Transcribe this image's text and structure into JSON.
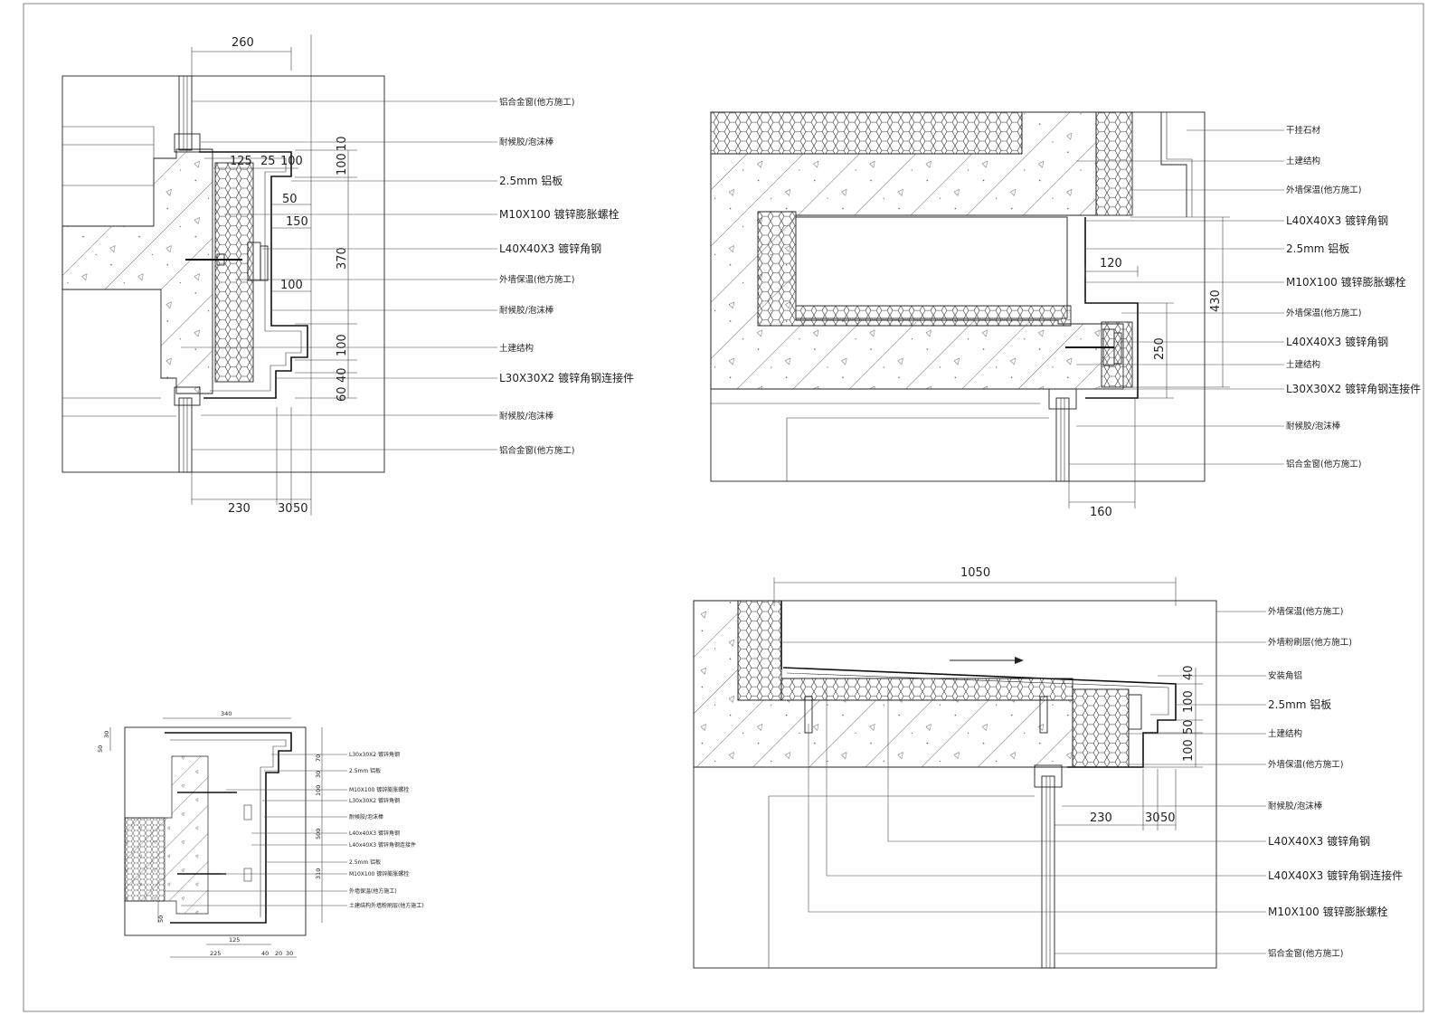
{
  "detail_a": {
    "dims": {
      "top": "260",
      "d125": "125",
      "d25": "25",
      "d100a": "100",
      "d50": "50",
      "d150": "150",
      "d100b": "100",
      "v100a": "100",
      "v10": "10",
      "v370": "370",
      "v100b": "100",
      "v40": "40",
      "v60": "60",
      "b230": "230",
      "b30": "30",
      "b50": "50"
    },
    "labels": [
      "铝合金窗(他方施工)",
      "耐候胶/泡沫棒",
      "2.5mm 铝板",
      "M10X100 镀锌膨胀螺栓",
      "L40X40X3 镀锌角钢",
      "外墙保温(他方施工)",
      "耐候胶/泡沫棒",
      "土建结构",
      "L30X30X2 镀锌角钢连接件",
      "耐候胶/泡沫棒",
      "铝合金窗(他方施工)"
    ]
  },
  "detail_b": {
    "dims": {
      "d120": "120",
      "v430": "430",
      "v250": "250",
      "b160": "160"
    },
    "labels": [
      "干挂石材",
      "土建结构",
      "外墙保温(他方施工)",
      "L40X40X3 镀锌角钢",
      "2.5mm 铝板",
      "M10X100 镀锌膨胀螺栓",
      "外墙保温(他方施工)",
      "L40X40X3 镀锌角钢",
      "土建结构",
      "L30X30X2 镀锌角钢连接件",
      "耐候胶/泡沫棒",
      "铝合金窗(他方施工)"
    ]
  },
  "detail_c": {
    "dims": {
      "top": "340",
      "l30": "30",
      "l50": "50",
      "r70": "70",
      "r30": "30",
      "r100": "100",
      "r500": "500",
      "r310": "310",
      "b125": "125",
      "b225": "225",
      "b40": "40",
      "b20": "20",
      "b30": "30",
      "l50b": "50"
    },
    "labels": [
      "L30x30X2 镀锌角钢",
      "2.5mm 铝板",
      "M10X100 镀锌膨胀螺栓",
      "L30x30X2 镀锌角钢",
      "耐候胶/泡沫棒",
      "L40x40X3 镀锌角钢",
      "L40x40X3 镀锌角钢连接件",
      "2.5mm 铝板",
      "M10X100 镀锌膨胀螺栓",
      "外墙保温(他方施工)",
      "土建结构外墙粉刷层(他方施工)"
    ]
  },
  "detail_d": {
    "dims": {
      "top": "1050",
      "v40": "40",
      "v100a": "100",
      "v50": "50",
      "v100b": "100",
      "b230": "230",
      "b30": "30",
      "b50": "50"
    },
    "labels": [
      "外墙保温(他方施工)",
      "外墙粉刷层(他方施工)",
      "安装角铝",
      "2.5mm 铝板",
      "土建结构",
      "外墙保温(他方施工)",
      "耐候胶/泡沫棒",
      "L40X40X3 镀锌角钢",
      "L40X40X3 镀锌角钢连接件",
      "M10X100 镀锌膨胀螺栓",
      "铝合金窗(他方施工)"
    ]
  }
}
